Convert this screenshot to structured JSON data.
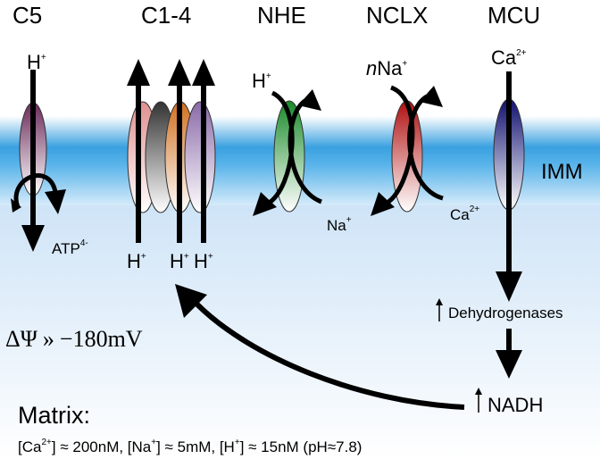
{
  "headers": {
    "c5": "C5",
    "c14": "C1-4",
    "nhe": "NHE",
    "nclx": "NCLX",
    "mcu": "MCU"
  },
  "membrane": {
    "label": "IMM"
  },
  "c5": {
    "top_ion": "H",
    "top_ion_sup": "+",
    "bottom_label": "ATP",
    "bottom_label_sup": "4-"
  },
  "c14": {
    "ions": [
      {
        "base": "H",
        "sup": "+"
      },
      {
        "base": "H",
        "sup": "+"
      },
      {
        "base": "H",
        "sup": "+"
      }
    ]
  },
  "nhe": {
    "top_ion": "H",
    "top_ion_sup": "+",
    "bottom_ion": "Na",
    "bottom_ion_sup": "+"
  },
  "nclx": {
    "top_ion_prefix": "n",
    "top_ion": "Na",
    "top_ion_sup": "+",
    "bottom_ion": "Ca",
    "bottom_ion_sup": "2+"
  },
  "mcu": {
    "top_ion": "Ca",
    "top_ion_sup": "2+",
    "dehydrogenases": "Dehydrogenases",
    "nadh": "NADH"
  },
  "potential": {
    "symbol": "ΔΨ",
    "relation": "»",
    "value": "−180mV"
  },
  "matrix": {
    "title": "Matrix:",
    "ca_open": "[Ca",
    "ca_sup": "2+",
    "ca_close": "] ≈ 200nM, [Na",
    "na_sup": "+",
    "na_close": "] ≈ 5mM, [H",
    "h_sup": "+",
    "h_close": "] ≈ 15nM (pH≈7.8)"
  },
  "colors": {
    "c5_oval": "#8a3a78",
    "c1_oval": "#e8a0a0",
    "c2_oval": "#555555",
    "c3_oval": "#e08a30",
    "c4_oval": "#9a7ab0",
    "nhe_oval": "#3a9a4a",
    "nclx_oval": "#c02020",
    "mcu_oval": "#222288",
    "membrane": "#4aa8e0"
  }
}
